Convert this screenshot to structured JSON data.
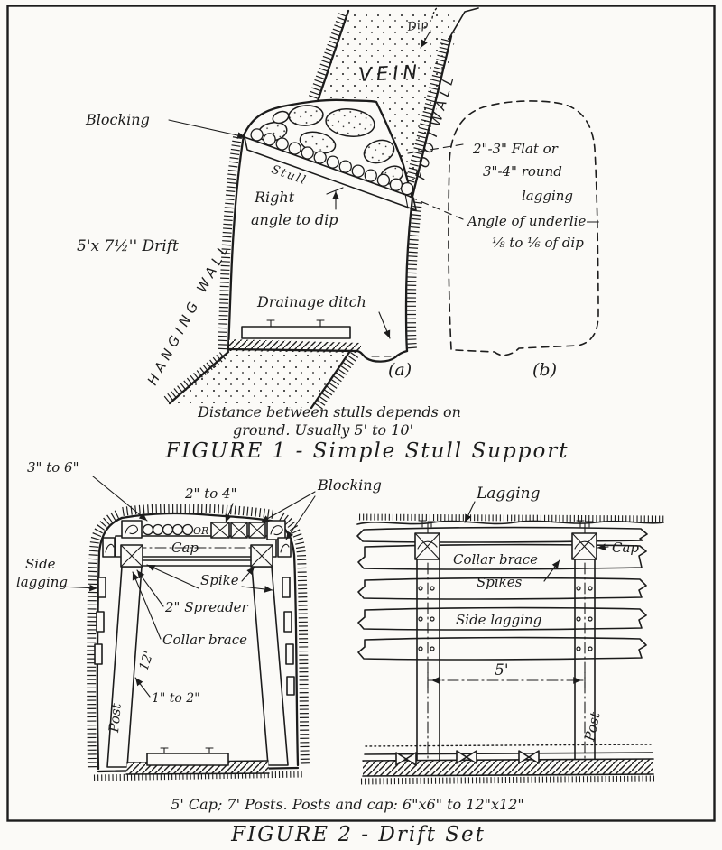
{
  "colors": {
    "ink": "#1c1c1c",
    "paper": "#fbfaf7"
  },
  "figure1": {
    "labels": {
      "dip": "Dip",
      "vein": "VEIN",
      "footwall": "FOOTWALL",
      "hanging_wall": "HANGING WALL",
      "blocking": "Blocking",
      "stull": "Stull",
      "right_angle_line1": "Right",
      "right_angle_line2": "angle to dip",
      "drift_size": "5'x 7½'' Drift",
      "drainage_ditch": "Drainage ditch",
      "flat_lagging_line1": "2\"-3\" Flat or",
      "flat_lagging_line2": "3\"-4\" round",
      "flat_lagging_line3": "lagging",
      "underlie_line1": "Angle of underlie—",
      "underlie_line2": "⅛ to ⅙ of dip",
      "sub_a": "(a)",
      "sub_b": "(b)"
    },
    "note_line1": "Distance between stulls depends on",
    "note_line2": "ground. Usually 5' to 10'",
    "caption": "FIGURE 1 - Simple Stull Support"
  },
  "figure2": {
    "left": {
      "dim_3_6": "3\" to 6\"",
      "dim_2_4": "2\" to 4\"",
      "blocking": "Blocking",
      "side_lagging_line1": "Side",
      "side_lagging_line2": "lagging",
      "cap": "Cap",
      "or": "OR",
      "spike": "Spike",
      "spreader": "2\" Spreader",
      "collar_brace": "Collar brace",
      "dim_12": "12'",
      "dim_1_2": "1\" to 2\"",
      "post": "Post"
    },
    "right": {
      "lagging": "Lagging",
      "cap": "Cap",
      "collar_brace": "Collar brace",
      "spikes": "Spikes",
      "side_lagging": "Side lagging",
      "dim_5": "5'",
      "post": "Post"
    },
    "note": "5' Cap; 7' Posts.    Posts and cap: 6\"x6\" to 12\"x12\"",
    "caption": "FIGURE 2 - Drift Set"
  }
}
